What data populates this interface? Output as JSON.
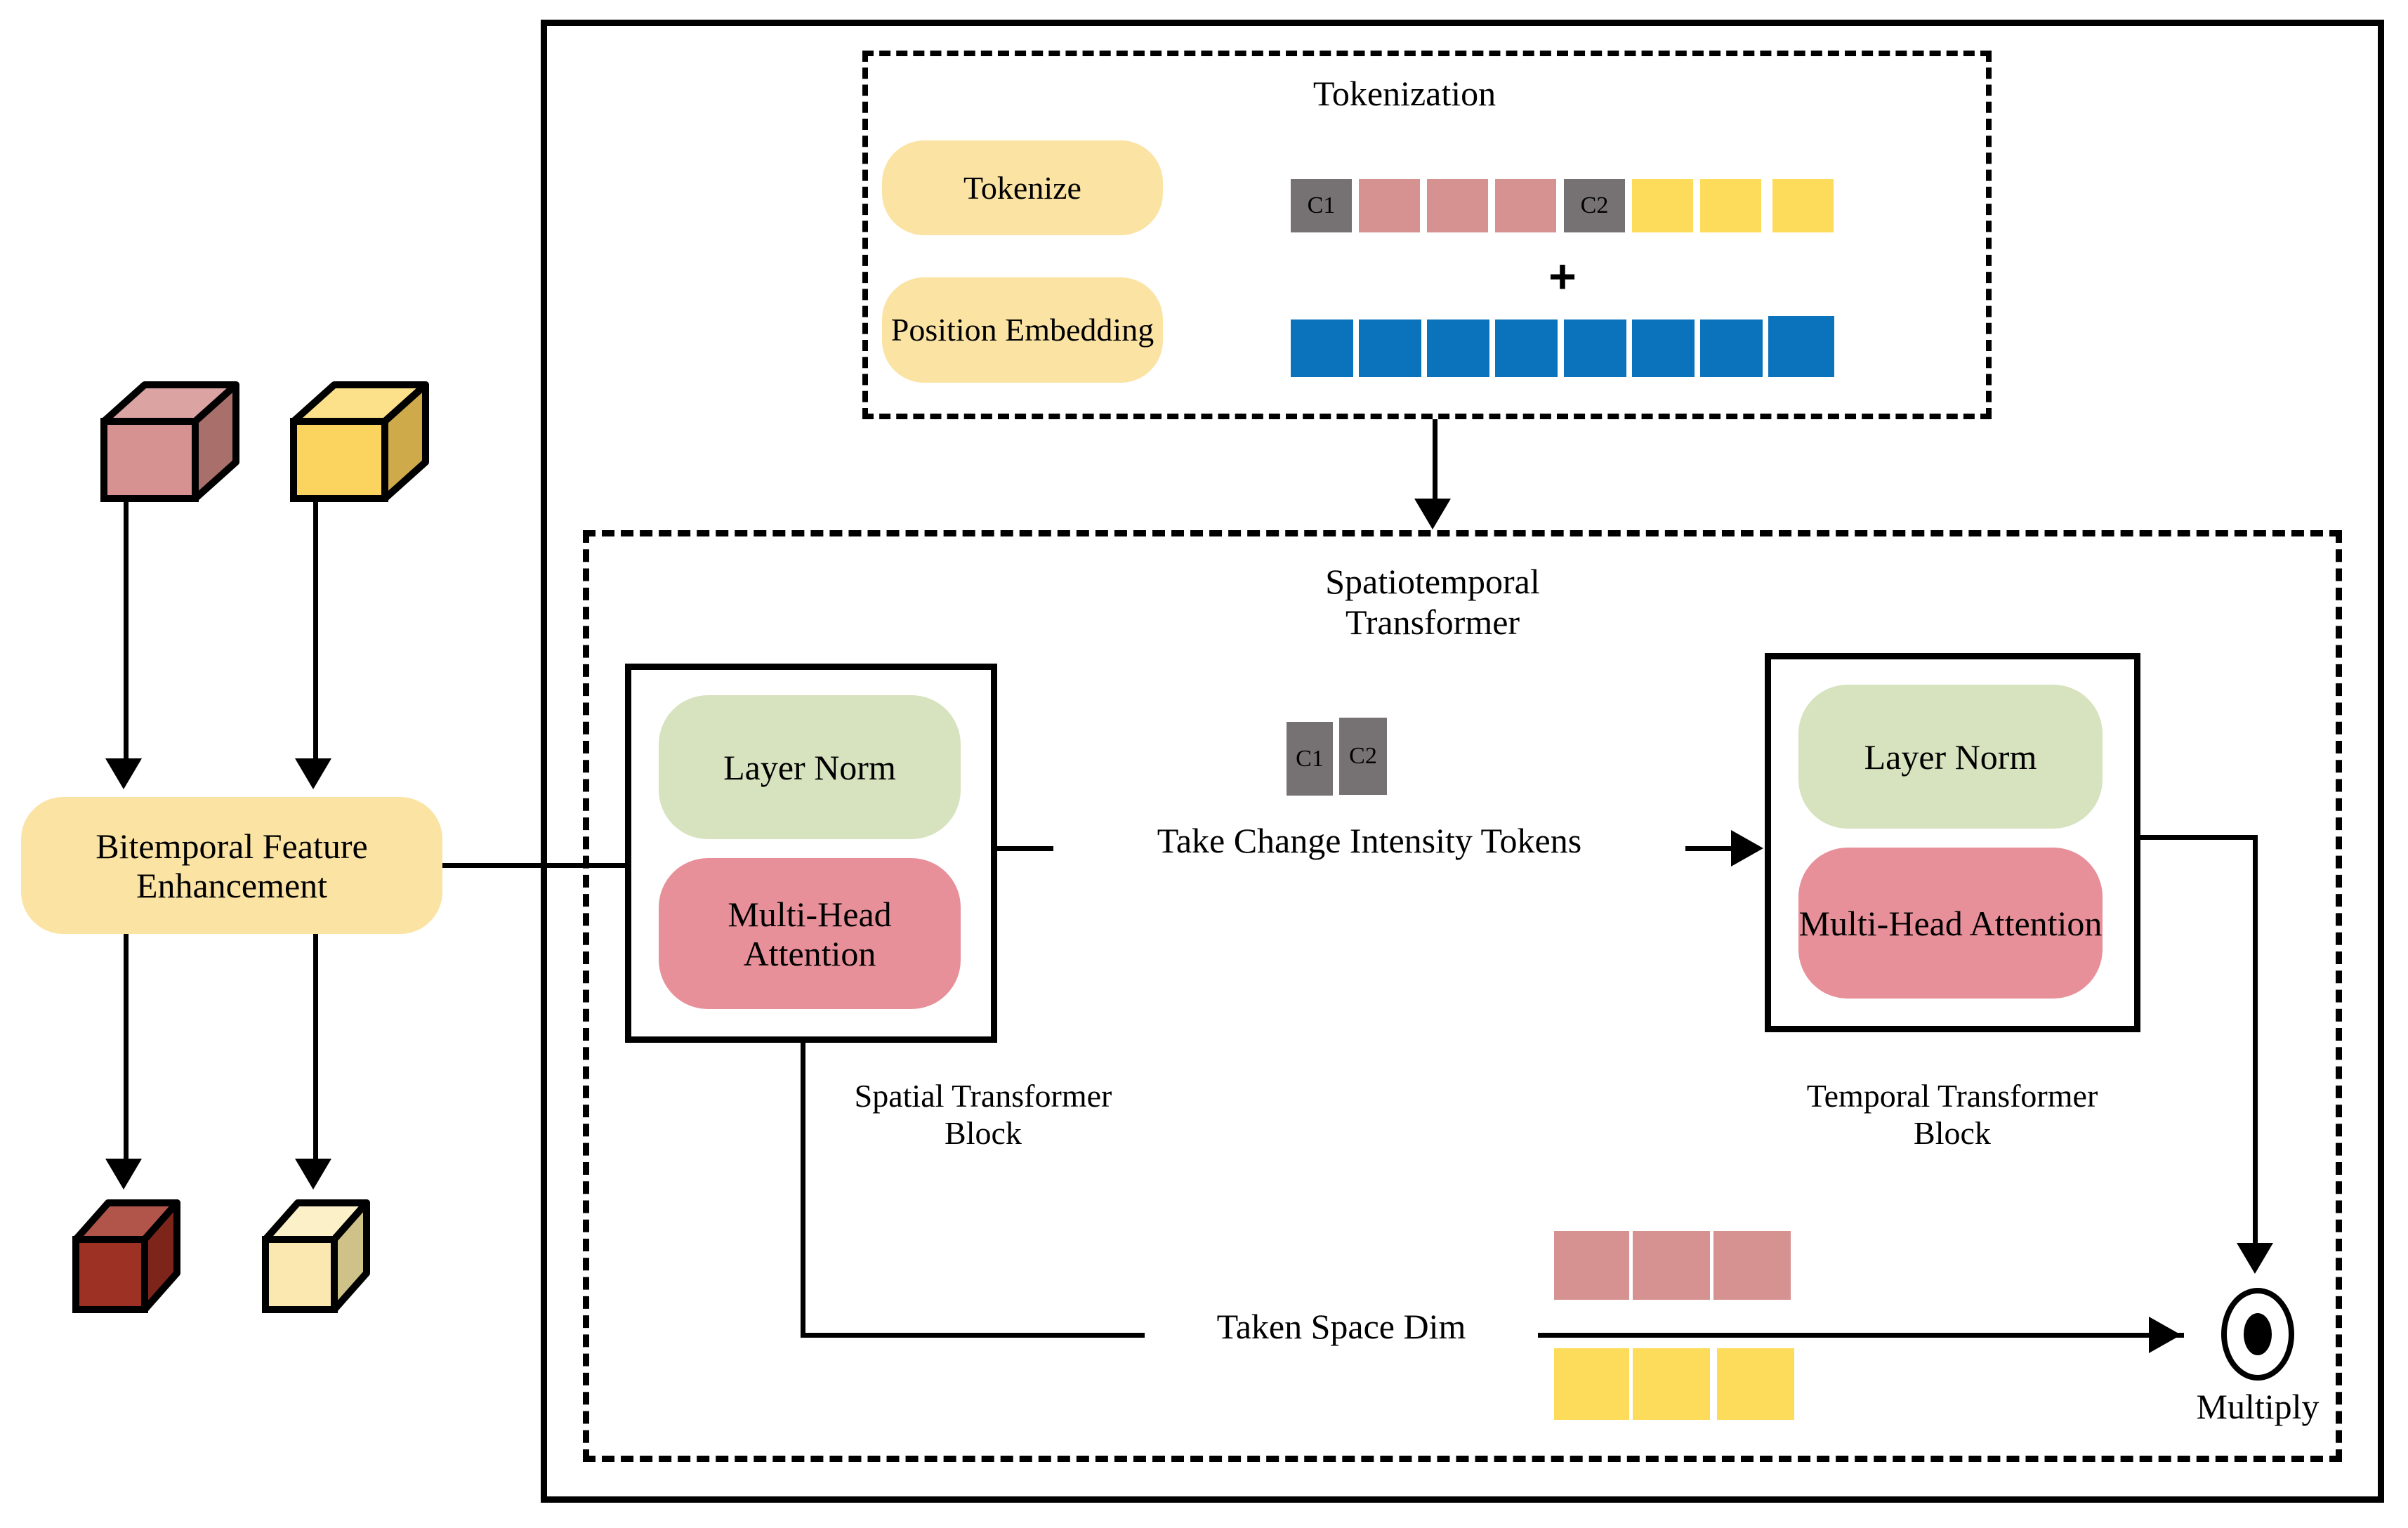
{
  "diagram": {
    "title": "Spatiotemporal Transformer Change Detection Architecture",
    "colors": {
      "pill_yellow": "#FBE3A3",
      "pill_green": "#D7E2BE",
      "pill_pink": "#E8909A",
      "token_gray": "#767172",
      "token_pink": "#D69191",
      "token_yellow": "#FDDC5C",
      "token_blue": "#0B72BC",
      "cube_pink_front": "#D69191",
      "cube_pink_top": "#DCA3A3",
      "cube_pink_side": "#A96F6A",
      "cube_yellow_front": "#FBD45F",
      "cube_yellow_top": "#FCE08A",
      "cube_yellow_side": "#CFAA4A",
      "cube_darkred_front": "#9D3124",
      "cube_darkred_top": "#B1544A",
      "cube_darkred_side": "#7E251B",
      "cube_paleyellow_front": "#FAE8B0",
      "cube_paleyellow_top": "#FCF0C8",
      "cube_paleyellow_side": "#CFC288",
      "stroke": "#000000"
    }
  },
  "left_branch": {
    "input_cube_1": "input-feature-t1",
    "input_cube_2": "input-feature-t2",
    "enhancement_label": "Bitemporal Feature\nEnhancement",
    "output_cube_1": "output-feature-t1",
    "output_cube_2": "output-feature-t2"
  },
  "tokenization": {
    "title": "Tokenization",
    "tokenize_label": "Tokenize",
    "position_embedding_label": "Position\nEmbedding",
    "plus_symbol": "+",
    "token_row": [
      {
        "label": "C1",
        "color": "gray"
      },
      {
        "label": "",
        "color": "pink"
      },
      {
        "label": "",
        "color": "pink"
      },
      {
        "label": "",
        "color": "pink"
      },
      {
        "label": "C2",
        "color": "gray"
      },
      {
        "label": "",
        "color": "yellow"
      },
      {
        "label": "",
        "color": "yellow"
      },
      {
        "label": "",
        "color": "yellow"
      }
    ],
    "position_row": [
      {
        "color": "blue"
      },
      {
        "color": "blue"
      },
      {
        "color": "blue"
      },
      {
        "color": "blue"
      },
      {
        "color": "blue"
      },
      {
        "color": "blue"
      },
      {
        "color": "blue"
      },
      {
        "color": "blue"
      }
    ]
  },
  "spatiotemporal": {
    "title": "Spatiotemporal\nTransformer",
    "spatial_block": {
      "layer_norm_label": "Layer\nNorm",
      "attention_label": "Multi-Head\nAttention",
      "caption": "Spatial Transformer\nBlock"
    },
    "temporal_block": {
      "layer_norm_label": "Layer\nNorm",
      "attention_label": "Multi-Head\nAttention",
      "caption": "Temporal Transformer\nBlock"
    },
    "change_tokens": [
      {
        "label": "C1",
        "color": "gray"
      },
      {
        "label": "C2",
        "color": "gray"
      }
    ],
    "take_change_intensity_label": "Take Change Intensity Tokens",
    "taken_space_dim_label": "Taken Space Dim",
    "space_dim_pink_row": [
      {
        "color": "pink"
      },
      {
        "color": "pink"
      },
      {
        "color": "pink"
      }
    ],
    "space_dim_yellow_row": [
      {
        "color": "yellow"
      },
      {
        "color": "yellow"
      },
      {
        "color": "yellow"
      }
    ],
    "multiply_label": "Multiply"
  }
}
